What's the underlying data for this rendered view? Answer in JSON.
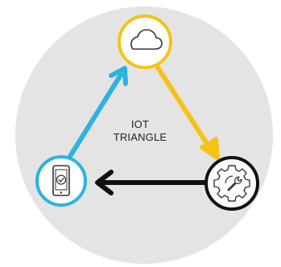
{
  "diagram": {
    "title_lines": [
      "IOT",
      "TRIANGLE"
    ],
    "colors": {
      "background_circle": "#e4e4e4",
      "cloud_node": "#f5c316",
      "device_node": "#2db3e0",
      "gear_node": "#111111",
      "arrow_cloud_to_gear": "#f5c316",
      "arrow_device_to_cloud": "#2db3e0",
      "arrow_gear_to_device": "#111111"
    },
    "nodes": [
      {
        "id": "cloud",
        "icon": "cloud-icon"
      },
      {
        "id": "device",
        "icon": "tablet-check-icon"
      },
      {
        "id": "gear",
        "icon": "gear-wrench-icon"
      }
    ],
    "arrows": [
      {
        "from": "cloud",
        "to": "gear"
      },
      {
        "from": "gear",
        "to": "device"
      },
      {
        "from": "device",
        "to": "cloud"
      }
    ]
  }
}
